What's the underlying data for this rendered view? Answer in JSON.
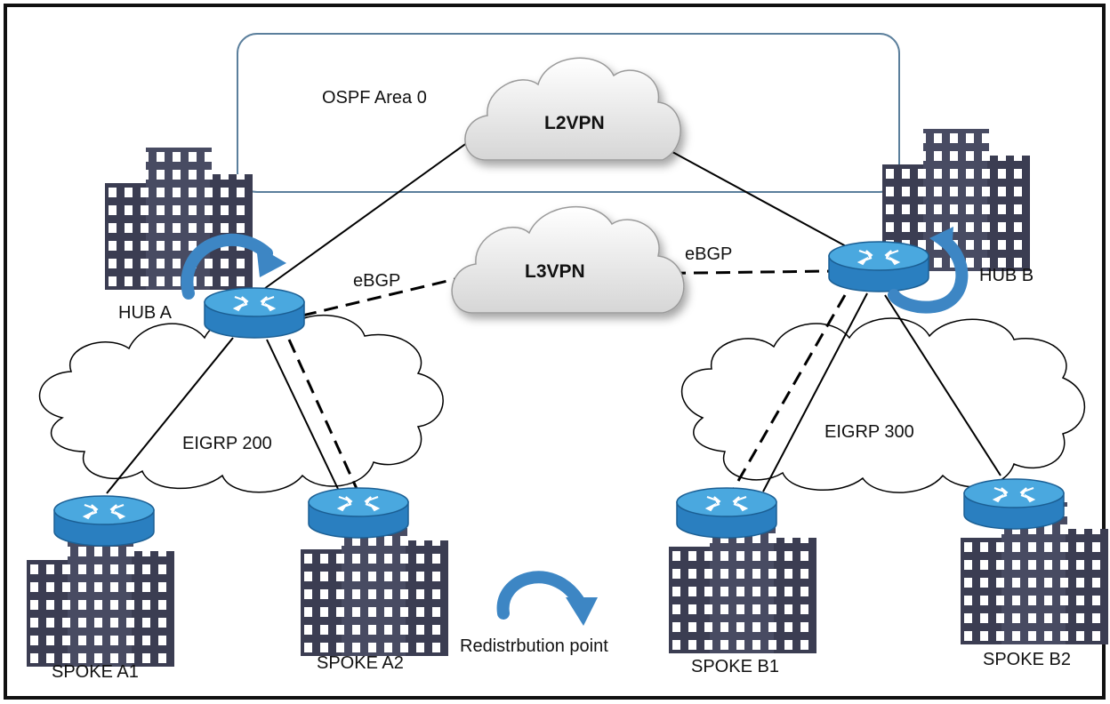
{
  "diagram": {
    "labels": {
      "ospf": "OSPF Area 0",
      "l2vpn": "L2VPN",
      "l3vpn": "L3VPN",
      "ebgp_left": "eBGP",
      "ebgp_right": "eBGP",
      "eigrp_a": "EIGRP 200",
      "eigrp_b": "EIGRP 300",
      "hub_a": "HUB A",
      "hub_b": "HUB B",
      "spoke_a1": "SPOKE A1",
      "spoke_a2": "SPOKE A2",
      "spoke_b1": "SPOKE B1",
      "spoke_b2": "SPOKE B2",
      "legend": "Redistrbution point"
    },
    "colors": {
      "frame": "#111111",
      "ospf_box": "#5b7f9c",
      "router_top": "#3d9bd6",
      "router_side": "#2a7fc0",
      "building": "#3b3d52",
      "window": "#ffffff",
      "arrow": "#3d86c4",
      "cloud_stroke": "#000000"
    }
  }
}
